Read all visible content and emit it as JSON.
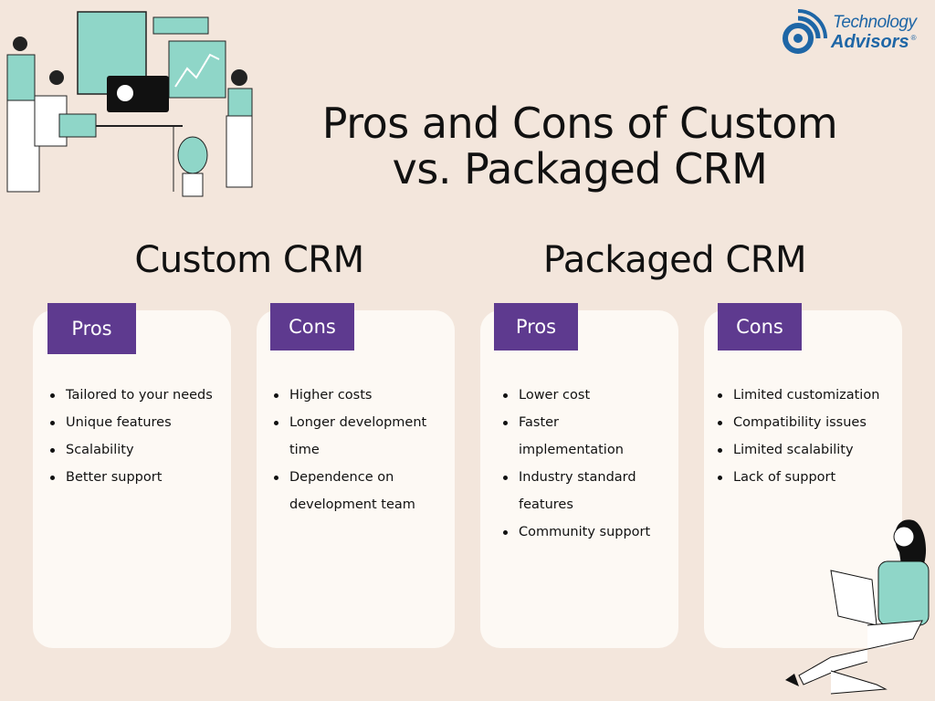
{
  "title_line1": "Pros and Cons of Custom",
  "title_line2": "vs. Packaged CRM",
  "logo": {
    "line1": "Technology",
    "line2": "Advisors",
    "registered": "®"
  },
  "colors": {
    "background": "#f3e6dc",
    "card": "#fdf9f4",
    "accent": "#5e3a8f",
    "logo_blue": "#1e66a6"
  },
  "custom": {
    "heading": "Custom CRM",
    "pros": {
      "label": "Pros",
      "items": [
        "Tailored to your needs",
        "Unique features",
        "Scalability",
        "Better support"
      ]
    },
    "cons": {
      "label": "Cons",
      "items": [
        "Higher costs",
        "Longer development time",
        "Dependence on development team"
      ]
    }
  },
  "packaged": {
    "heading": "Packaged CRM",
    "pros": {
      "label": "Pros",
      "items": [
        "Lower cost",
        "Faster implementation",
        "Industry standard features",
        "Community support"
      ]
    },
    "cons": {
      "label": "Cons",
      "items": [
        "Limited customization",
        "Compatibility issues",
        "Limited scalability",
        "Lack of support"
      ]
    }
  }
}
